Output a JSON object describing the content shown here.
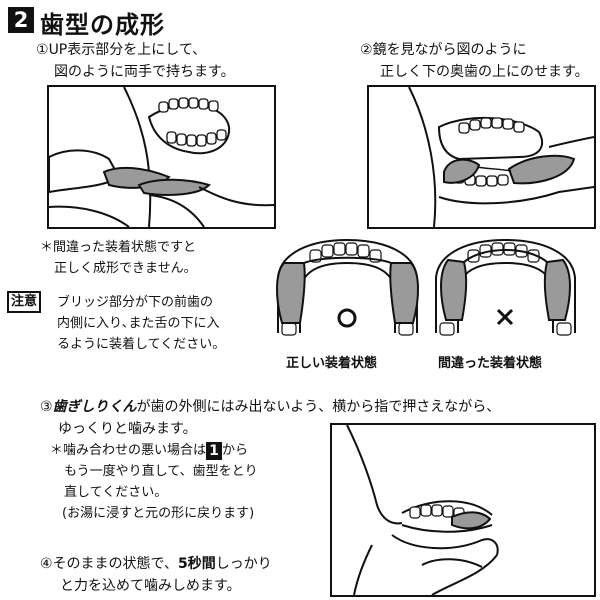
{
  "header": {
    "number": "2",
    "title": "歯型の成形"
  },
  "step1": {
    "num": "①",
    "line1": "UP表示部分を上にして、",
    "line2": "図のように両手で持ちます。"
  },
  "step2": {
    "num": "②",
    "line1": "鏡を見ながら図のように",
    "line2": "正しく下の奥歯の上にのせます。"
  },
  "wrong_note": {
    "line1": "＊間違った装着状態ですと",
    "line2": "正しく成形できません。"
  },
  "caution": {
    "label": "注意",
    "line1": "ブリッジ部分が下の前歯の",
    "line2": "内側に入り､また舌の下に入",
    "line3": "るように装着してください。"
  },
  "correct": {
    "symbol": "○",
    "label": "正しい装着状態"
  },
  "incorrect": {
    "symbol": "×",
    "label": "間違った装着状態"
  },
  "step3": {
    "num": "③",
    "product": "歯ぎしりくん",
    "line1_rest": "が歯の外側にはみ出ないよう、横から指で押さえながら、",
    "line2": "ゆっくりと噛みます。"
  },
  "retry_note": {
    "line1_pre": "＊噛み合わせの悪い場合は",
    "box": "1",
    "line1_post": "から",
    "line2": "もう一度やり直して、歯型をとり",
    "line3": "直してください。",
    "line4": "(お湯に浸すと元の形に戻ります)"
  },
  "step4": {
    "num": "④",
    "line1_pre": "そのままの状態で、",
    "emphasis": "5秒間",
    "line1_post": "しっかり",
    "line2": "と力を込めて噛みしめます。"
  }
}
